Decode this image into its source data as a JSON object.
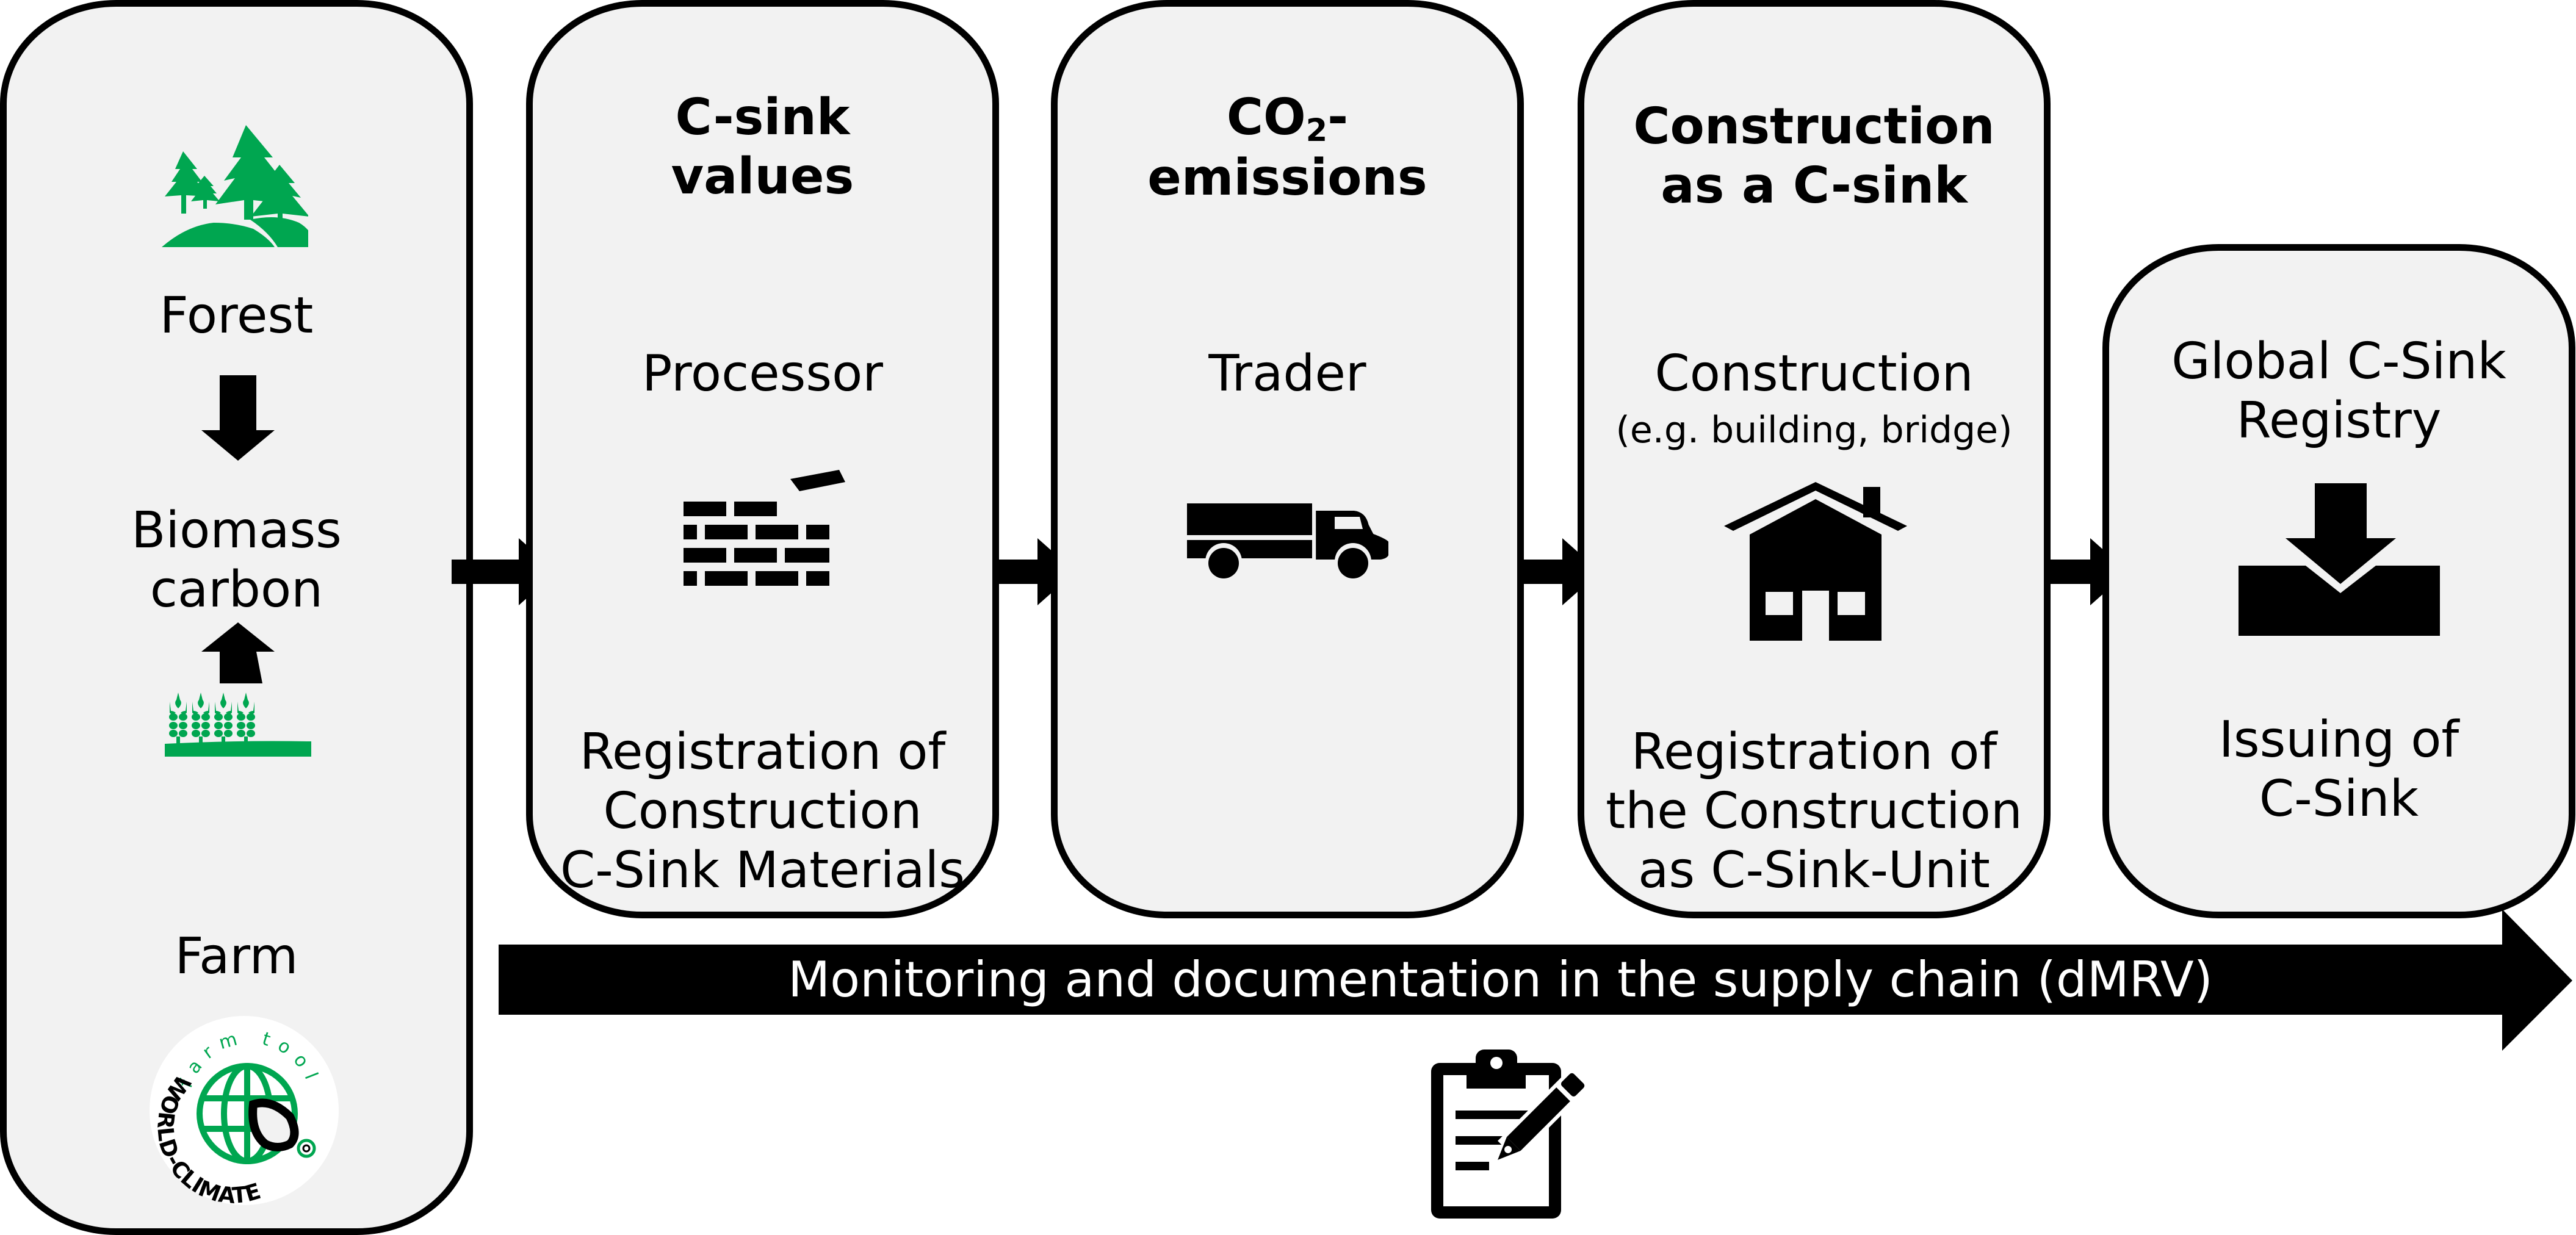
{
  "source_box": {
    "forest_label": "Forest",
    "biomass_label": "Biomass\ncarbon",
    "farm_label": "Farm",
    "logo": {
      "arc_top_text": "farm tool",
      "arc_side_text": "WORLD-CLIMATE",
      "icon": "globe-leaf-logo"
    },
    "icons": [
      "forest-icon",
      "arrow-down-icon",
      "arrow-up-icon",
      "wheat-field-icon"
    ]
  },
  "stages": [
    {
      "title": "C-sink\nvalues",
      "role": "Processor",
      "icon": "brick-wall-icon",
      "description": "Registration of\nConstruction\nC-Sink Materials"
    },
    {
      "title_prefix": "CO",
      "title_subscript": "2",
      "title_suffix": "-",
      "title_line2": "emissions",
      "role": "Trader",
      "icon": "truck-icon"
    },
    {
      "title": "Construction\nas a C-sink",
      "role": "Construction",
      "role_note": "(e.g. building, bridge)",
      "icon": "house-icon",
      "description": "Registration of\nthe Construction\nas C-Sink-Unit"
    },
    {
      "role": "Global C-Sink\nRegistry",
      "icon": "download-tray-icon",
      "description": "Issuing of\nC-Sink"
    }
  ],
  "banner": {
    "text": "Monitoring and documentation in the supply chain (dMRV)",
    "icon": "clipboard-pencil-icon"
  },
  "colors": {
    "box_fill": "#f2f2f2",
    "outline": "#000000",
    "green": "#00a650",
    "banner_text": "#ffffff"
  }
}
